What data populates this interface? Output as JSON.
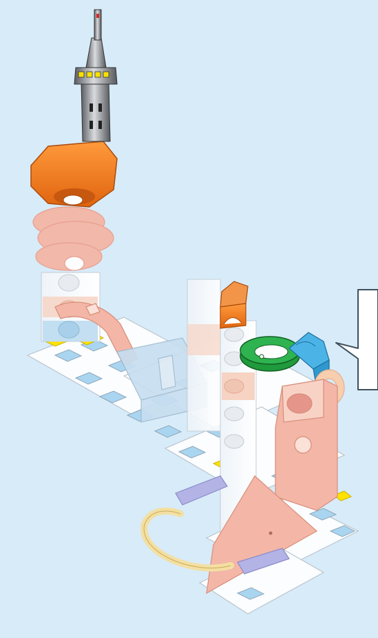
{
  "scene": {
    "background_color": "#d8ebf8",
    "parts": [
      {
        "name": "tower-spire",
        "color": "#8a8d92"
      },
      {
        "name": "orange-funnel",
        "color": "#f07d1e"
      },
      {
        "name": "spiral-chute",
        "color": "#f4b6a6"
      },
      {
        "name": "curved-ramp",
        "color": "#f4b6a6"
      },
      {
        "name": "green-ring",
        "color": "#2aa745"
      },
      {
        "name": "blue-chute",
        "color": "#3aa6de"
      },
      {
        "name": "orange-cup",
        "color": "#f07d1e"
      },
      {
        "name": "yellow-track",
        "color": "#f5e2a6"
      },
      {
        "name": "purple-rail",
        "color": "#a9a9e2"
      },
      {
        "name": "baseplate",
        "color": "#ffffff"
      },
      {
        "name": "highlight-connector",
        "color": "#ffe200"
      }
    ],
    "callout": {
      "shape": "speech-bubble",
      "pointing_to": "green-ring",
      "text": ""
    }
  }
}
